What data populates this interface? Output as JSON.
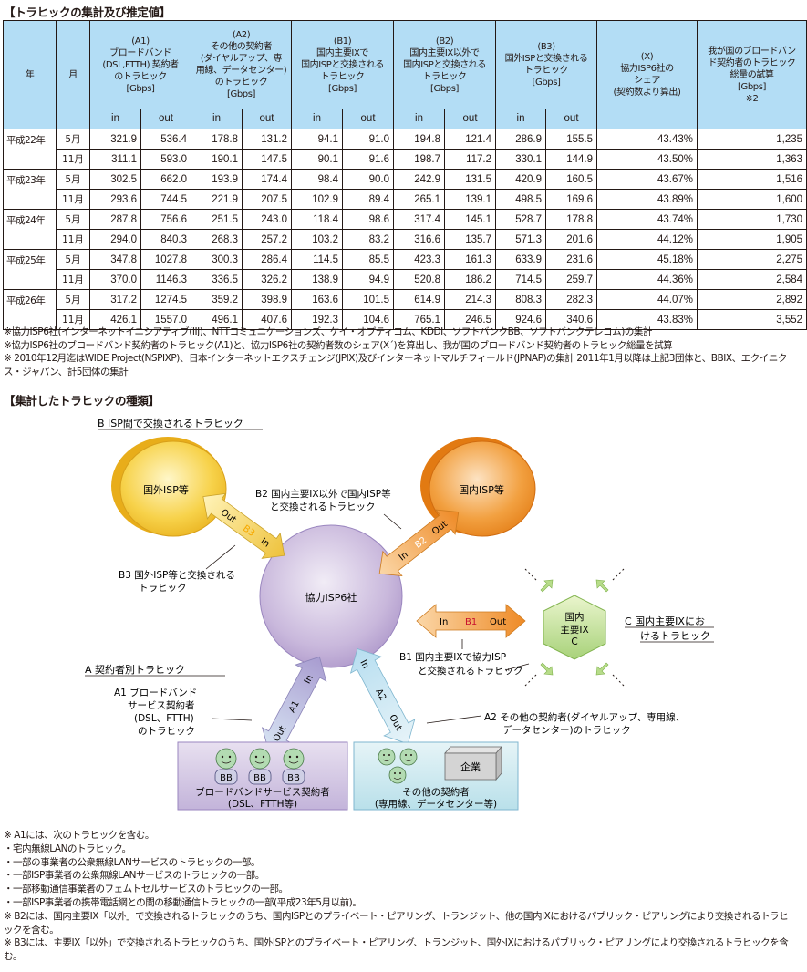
{
  "section1_title": "【トラヒックの集計及び推定値】",
  "section2_title": "【集計したトラヒックの種類】",
  "table": {
    "head_year": "年",
    "head_month": "月",
    "head_a1": [
      "(A1)",
      "ブロードバンド",
      "(DSL,FTTH) 契約者",
      "のトラヒック",
      "[Gbps]"
    ],
    "head_a2": [
      "(A2)",
      "その他の契約者",
      "(ダイヤルアップ、専",
      "用線、データセンター)",
      "のトラヒック",
      "[Gbps]"
    ],
    "head_b1": [
      "(B1)",
      "国内主要IXで",
      "国内ISPと交換される",
      "トラヒック",
      "[Gbps]"
    ],
    "head_b2": [
      "(B2)",
      "国内主要IX以外で",
      "国内ISPと交換される",
      "トラヒック",
      "[Gbps]"
    ],
    "head_b3": [
      "(B3)",
      "国外ISPと交換される",
      "トラヒック",
      "[Gbps]"
    ],
    "head_x": [
      "(X)",
      "協力ISP6社の",
      "シェア",
      "(契約数より算出)"
    ],
    "head_total": [
      "我が国のブロードバン",
      "ド契約者のトラヒック",
      "総量の試算",
      "[Gbps]",
      "※2"
    ],
    "in_label": "in",
    "out_label": "out",
    "rows": [
      {
        "year": "平成22年",
        "month": "5月",
        "a1_in": "321.9",
        "a1_out": "536.4",
        "a2_in": "178.8",
        "a2_out": "131.2",
        "b1_in": "94.1",
        "b1_out": "91.0",
        "b2_in": "194.8",
        "b2_out": "121.4",
        "b3_in": "286.9",
        "b3_out": "155.5",
        "x": "43.43%",
        "total": "1,235"
      },
      {
        "year": "",
        "month": "11月",
        "a1_in": "311.1",
        "a1_out": "593.0",
        "a2_in": "190.1",
        "a2_out": "147.5",
        "b1_in": "90.1",
        "b1_out": "91.6",
        "b2_in": "198.7",
        "b2_out": "117.2",
        "b3_in": "330.1",
        "b3_out": "144.9",
        "x": "43.50%",
        "total": "1,363"
      },
      {
        "year": "平成23年",
        "month": "5月",
        "a1_in": "302.5",
        "a1_out": "662.0",
        "a2_in": "193.9",
        "a2_out": "174.4",
        "b1_in": "98.4",
        "b1_out": "90.0",
        "b2_in": "242.9",
        "b2_out": "131.5",
        "b3_in": "420.9",
        "b3_out": "160.5",
        "x": "43.67%",
        "total": "1,516"
      },
      {
        "year": "",
        "month": "11月",
        "a1_in": "293.6",
        "a1_out": "744.5",
        "a2_in": "221.9",
        "a2_out": "207.5",
        "b1_in": "102.9",
        "b1_out": "89.4",
        "b2_in": "265.1",
        "b2_out": "139.1",
        "b3_in": "498.5",
        "b3_out": "169.6",
        "x": "43.89%",
        "total": "1,600"
      },
      {
        "year": "平成24年",
        "month": "5月",
        "a1_in": "287.8",
        "a1_out": "756.6",
        "a2_in": "251.5",
        "a2_out": "243.0",
        "b1_in": "118.4",
        "b1_out": "98.6",
        "b2_in": "317.4",
        "b2_out": "145.1",
        "b3_in": "528.7",
        "b3_out": "178.8",
        "x": "43.74%",
        "total": "1,730"
      },
      {
        "year": "",
        "month": "11月",
        "a1_in": "294.0",
        "a1_out": "840.3",
        "a2_in": "268.3",
        "a2_out": "257.2",
        "b1_in": "103.2",
        "b1_out": "83.2",
        "b2_in": "316.6",
        "b2_out": "135.7",
        "b3_in": "571.3",
        "b3_out": "201.6",
        "x": "44.12%",
        "total": "1,905"
      },
      {
        "year": "平成25年",
        "month": "5月",
        "a1_in": "347.8",
        "a1_out": "1027.8",
        "a2_in": "300.3",
        "a2_out": "286.4",
        "b1_in": "114.5",
        "b1_out": "85.5",
        "b2_in": "423.3",
        "b2_out": "161.3",
        "b3_in": "633.9",
        "b3_out": "231.6",
        "x": "45.18%",
        "total": "2,275"
      },
      {
        "year": "",
        "month": "11月",
        "a1_in": "370.0",
        "a1_out": "1146.3",
        "a2_in": "336.5",
        "a2_out": "326.2",
        "b1_in": "138.9",
        "b1_out": "94.9",
        "b2_in": "520.8",
        "b2_out": "186.2",
        "b3_in": "714.5",
        "b3_out": "259.7",
        "x": "44.36%",
        "total": "2,584"
      },
      {
        "year": "平成26年",
        "month": "5月",
        "a1_in": "317.2",
        "a1_out": "1274.5",
        "a2_in": "359.2",
        "a2_out": "398.9",
        "b1_in": "163.6",
        "b1_out": "101.5",
        "b2_in": "614.9",
        "b2_out": "214.3",
        "b3_in": "808.3",
        "b3_out": "282.3",
        "x": "44.07%",
        "total": "2,892"
      },
      {
        "year": "",
        "month": "11月",
        "a1_in": "426.1",
        "a1_out": "1557.0",
        "a2_in": "496.1",
        "a2_out": "407.6",
        "b1_in": "192.3",
        "b1_out": "104.6",
        "b2_in": "765.1",
        "b2_out": "246.5",
        "b3_in": "924.6",
        "b3_out": "340.6",
        "x": "43.83%",
        "total": "3,552"
      }
    ]
  },
  "notes": [
    "※協力ISP6社(インターネットイニシアティブ(IIJ)、NTTコミュニケーションズ、ケイ・オプティコム、KDDI、ソフトバンクBB、ソフトバンクテレコム)の集計",
    "※協力ISP6社のブロードバンド契約者のトラヒック(A1)と、協力ISP6社の契約者数のシェア(X´)を算出し、我が国のブロードバンド契約者のトラヒック総量を試算",
    "※ 2010年12月迄はWIDE Project(NSPIXP)、日本インターネットエクスチェンジ(JPIX)及びインターネットマルチフィールド(JPNAP)の集計 2011年1月以降は上記3団体と、BBIX、エクイニクス・ジャパン、計5団体の集計"
  ],
  "diagram": {
    "label_b": "B ISP間で交換されるトラヒック",
    "foreign_isp": "国外ISP等",
    "domestic_isp": "国内ISP等",
    "center": "協力ISP6社",
    "ix_line1": "国内",
    "ix_line2": "主要IX",
    "ix_line3": "C",
    "b2_desc_1": "B2 国内主要IX以外で国内ISP等",
    "b2_desc_2": "と交換されるトラヒック",
    "b3_desc_1": "B3 国外ISP等と交換される",
    "b3_desc_2": "トラヒック",
    "b1_desc_1": "B1 国内主要IXで協力ISP",
    "b1_desc_2": "と交換されるトラヒック",
    "c_desc_1": "C 国内主要IXにお",
    "c_desc_2": "けるトラヒック",
    "label_a": "A 契約者別トラヒック",
    "a1_desc": [
      "A1 ブロードバンド",
      "サービス契約者",
      "(DSL、FTTH)",
      "のトラヒック"
    ],
    "a2_desc_1": "A2 その他の契約者(ダイヤルアップ、専用線、",
    "a2_desc_2": "データセンター)のトラヒック",
    "arrow_in": "In",
    "arrow_out": "Out",
    "b3_tag": "B3",
    "b2_tag": "B2",
    "b1_tag": "B1",
    "a1_tag": "A1",
    "a2_tag": "A2",
    "bb_tag": "BB",
    "company": "企業",
    "bb_users_1": "ブロードバンドサービス契約者",
    "bb_users_2": "(DSL、FTTH等)",
    "other_users_1": "その他の契約者",
    "other_users_2": "(専用線、データセンター等)"
  },
  "footnotes": [
    "※ A1には、次のトラヒックを含む。",
    "・宅内無線LANのトラヒック。",
    "・一部の事業者の公衆無線LANサービスのトラヒックの一部。",
    "・一部ISP事業者の公衆無線LANサービスのトラヒックの一部。",
    "・一部移動通信事業者のフェムトセルサービスのトラヒックの一部。",
    "・一部ISP事業者の携帯電話網との間の移動通信トラヒックの一部(平成23年5月以前)。",
    "※ B2には、国内主要IX「以外」で交換されるトラヒックのうち、国内ISPとのプライベート・ピアリング、トランジット、他の国内IXにおけるパブリック・ピアリングにより交換されるトラヒックを含む。",
    "※ B3には、主要IX「以外」で交換されるトラヒックのうち、国外ISPとのプライベート・ピアリング、トランジット、国外IXにおけるパブリック・ピアリングにより交換されるトラヒックを含む。"
  ]
}
